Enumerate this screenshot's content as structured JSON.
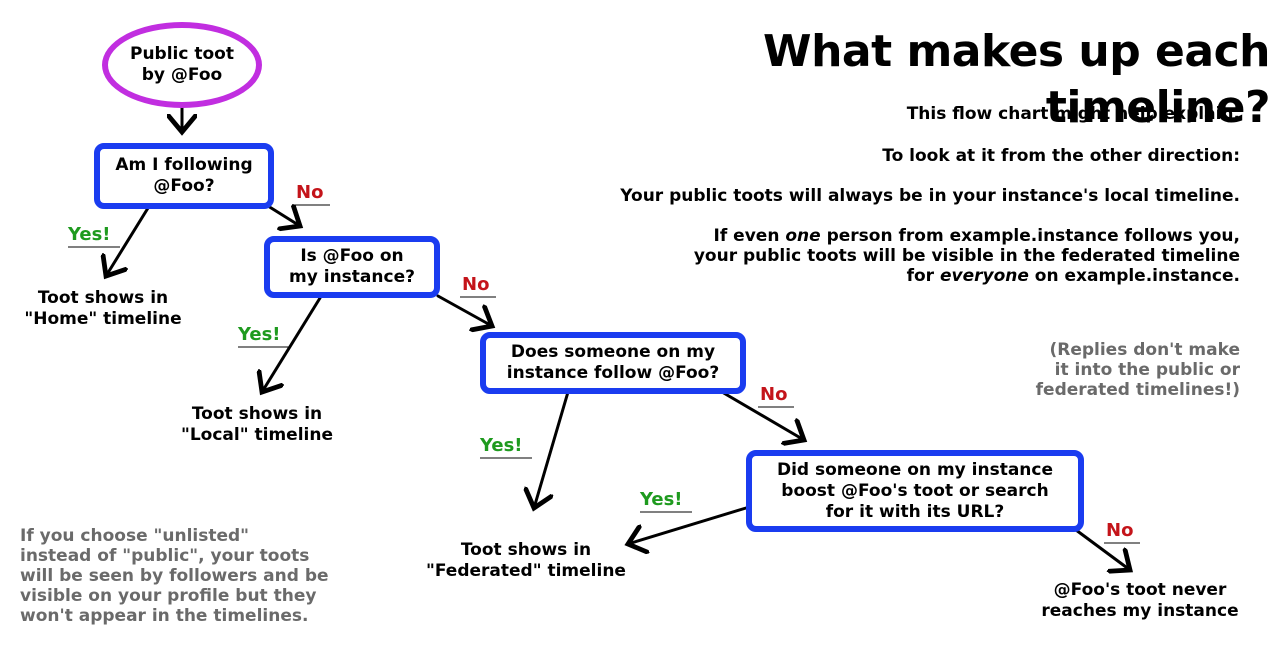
{
  "title": "What makes up each timeline?",
  "explanation": {
    "intro": "This flow chart might help explain.",
    "other_direction": "To look at it from the other direction:",
    "local_note": "Your public toots will always be in your instance's local timeline.",
    "federated_note": {
      "line1_a": "If even ",
      "line1_em": "one",
      "line1_b": " person from example.instance follows you,",
      "line2": "your public toots will be visible in the federated timeline",
      "line3_a": "for ",
      "line3_em": "everyone",
      "line3_b": " on example.instance."
    },
    "replies_note": {
      "line1": "(Replies don't make",
      "line2": "it into the public or",
      "line3": "federated timelines!)"
    }
  },
  "unlisted_note": {
    "line1": "If you choose \"unlisted\"",
    "line2": "instead of \"public\", your toots",
    "line3": "will be seen by followers and be",
    "line4": "visible on your profile but they",
    "line5": "won't appear in the timelines."
  },
  "nodes": {
    "start": {
      "line1": "Public toot",
      "line2": "by @Foo"
    },
    "q1": {
      "line1": "Am I following",
      "line2": "@Foo?"
    },
    "q2": {
      "line1": "Is @Foo on",
      "line2": "my instance?"
    },
    "q3": {
      "line1": "Does someone on my",
      "line2": "instance follow @Foo?"
    },
    "q4": {
      "line1": "Did someone on my instance",
      "line2": "boost @Foo's toot or search",
      "line3": "for it with its URL?"
    }
  },
  "outcomes": {
    "home": {
      "line1": "Toot shows in",
      "line2": "\"Home\" timeline"
    },
    "local": {
      "line1": "Toot shows in",
      "line2": "\"Local\" timeline"
    },
    "federated": {
      "line1": "Toot shows in",
      "line2": "\"Federated\" timeline"
    },
    "never": {
      "line1": "@Foo's toot never",
      "line2": "reaches my instance"
    }
  },
  "labels": {
    "yes": "Yes!",
    "no": "No"
  },
  "colors": {
    "question_border": "#1a3cf0",
    "start_border": "#c12ee0",
    "yes_text": "#1e9a1e",
    "no_text": "#c4141a",
    "note_text": "#6a6a6a"
  }
}
